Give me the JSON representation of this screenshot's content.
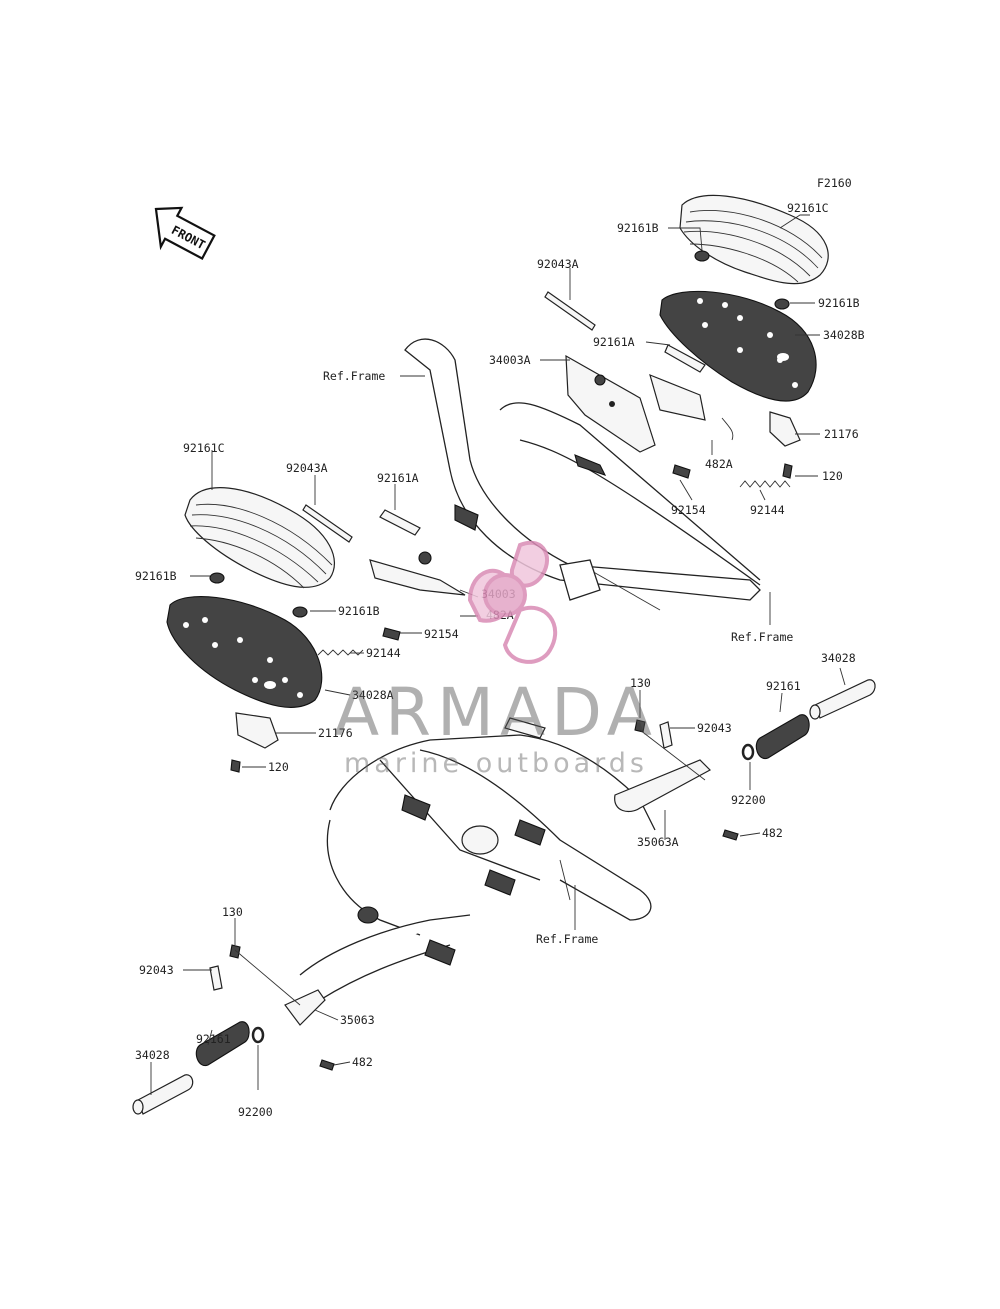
{
  "figure_code": "F2160",
  "front_label": "FRONT",
  "callouts": {
    "p92161C_r": "92161C",
    "p92161B_r1": "92161B",
    "p92161B_r2": "92161B",
    "p34028B": "34028B",
    "p92043A_r": "92043A",
    "p92161A_r": "92161A",
    "p34003A": "34003A",
    "p21176_r": "21176",
    "p120_r": "120",
    "p482A_r": "482A",
    "p92154_r": "92154",
    "p92144_r": "92144",
    "refframe_top": "Ref.Frame",
    "refframe_mid": "Ref.Frame",
    "refframe_bot": "Ref.Frame",
    "p92161C_l": "92161C",
    "p92043A_l": "92043A",
    "p92161A_l": "92161A",
    "p92161B_l1": "92161B",
    "p92161B_l2": "92161B",
    "p34003": "34003",
    "p482A_l": "482A",
    "p92154_l": "92154",
    "p92144_l": "92144",
    "p34028A": "34028A",
    "p21176_l": "21176",
    "p120_l": "120",
    "p34028_r": "34028",
    "p92161_r": "92161",
    "p130_r": "130",
    "p92043_r": "92043",
    "p92200_r": "92200",
    "p35063A": "35063A",
    "p482_r": "482",
    "p130_l": "130",
    "p92043_l": "92043",
    "p35063": "35063",
    "p92161_l": "92161",
    "p34028_l": "34028",
    "p92200_l": "92200",
    "p482_l": "482"
  },
  "watermark": {
    "brand": "ARMADA",
    "tagline": "marine outboards",
    "color": "#d98bb5"
  }
}
